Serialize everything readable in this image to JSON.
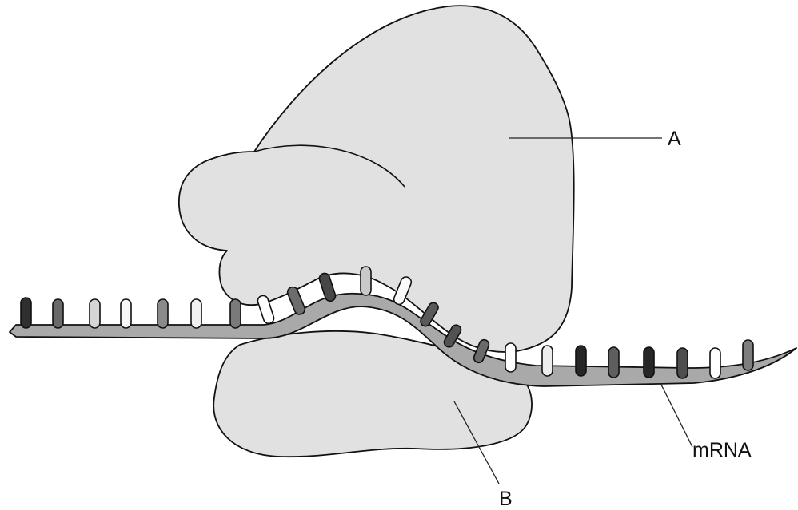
{
  "colors": {
    "subunit_fill": "#e1e1e1",
    "strand_fill": "#a9a9a9",
    "outline": "#111111"
  },
  "labels": {
    "large_subunit": "A",
    "small_subunit": "B",
    "mrna": "mRNA"
  },
  "base_shades": [
    "#2f2f2f",
    "#696969",
    "#d6d6d6",
    "#f8f8f8",
    "#8a8a8a",
    "#f0f0f0",
    "#7a7a7a",
    "#ffffff",
    "#6d6d6d",
    "#474747",
    "#c9c9c9",
    "#fafafa",
    "#5a5a5a",
    "#525252",
    "#6a6a6a",
    "#ffffff",
    "#ededed",
    "#262626",
    "#5e5e5e",
    "#262626",
    "#4e4e4e",
    "#ffffff",
    "#7e7e7e",
    "#d9d9d9"
  ]
}
